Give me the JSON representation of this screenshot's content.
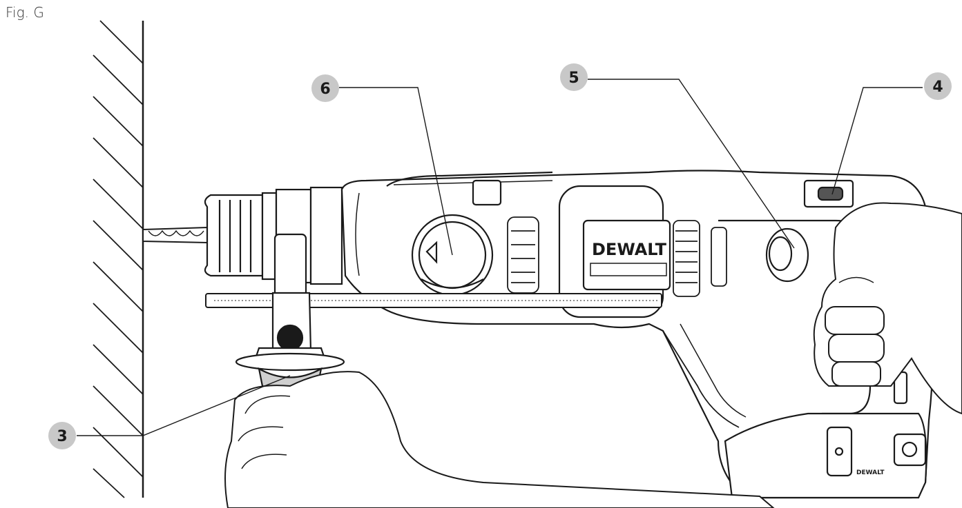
{
  "figure": {
    "label": "Fig. G",
    "brand_text": "DEWALT",
    "brand_text_small": "DEWALT"
  },
  "callouts": [
    {
      "id": "callout-3",
      "label": "3"
    },
    {
      "id": "callout-4",
      "label": "4"
    },
    {
      "id": "callout-5",
      "label": "5"
    },
    {
      "id": "callout-6",
      "label": "6"
    }
  ],
  "colors": {
    "line": "#1a1a1a",
    "callout_fill": "#c8c8c8",
    "background": "#ffffff"
  }
}
